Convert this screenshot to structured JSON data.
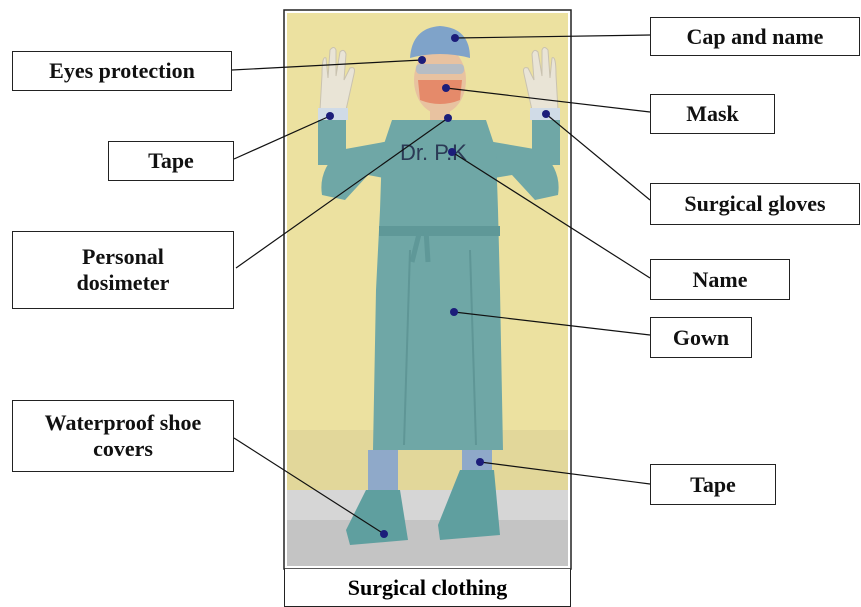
{
  "figure": {
    "caption": "Surgical clothing",
    "gown_writing": "Dr. P.K"
  },
  "labels": {
    "cap_and_name": "Cap and name",
    "eyes_protection": "Eyes protection",
    "mask": "Mask",
    "tape_left": "Tape",
    "surgical_gloves": "Surgical gloves",
    "personal_dosimeter_1": "Personal",
    "personal_dosimeter_2": "dosimeter",
    "name": "Name",
    "gown": "Gown",
    "waterproof_shoe_covers_1": "Waterproof shoe",
    "waterproof_shoe_covers_2": "covers",
    "tape_right": "Tape"
  },
  "colors": {
    "wall": "#ece1a0",
    "gown": "#6fa7a6",
    "gown_dark": "#4f8a8a",
    "cap": "#7fa3c9",
    "mask": "#e58a6a",
    "glove": "#e9e4d6",
    "floor": "#d8d8d8",
    "marker": "#1c1d7a"
  }
}
